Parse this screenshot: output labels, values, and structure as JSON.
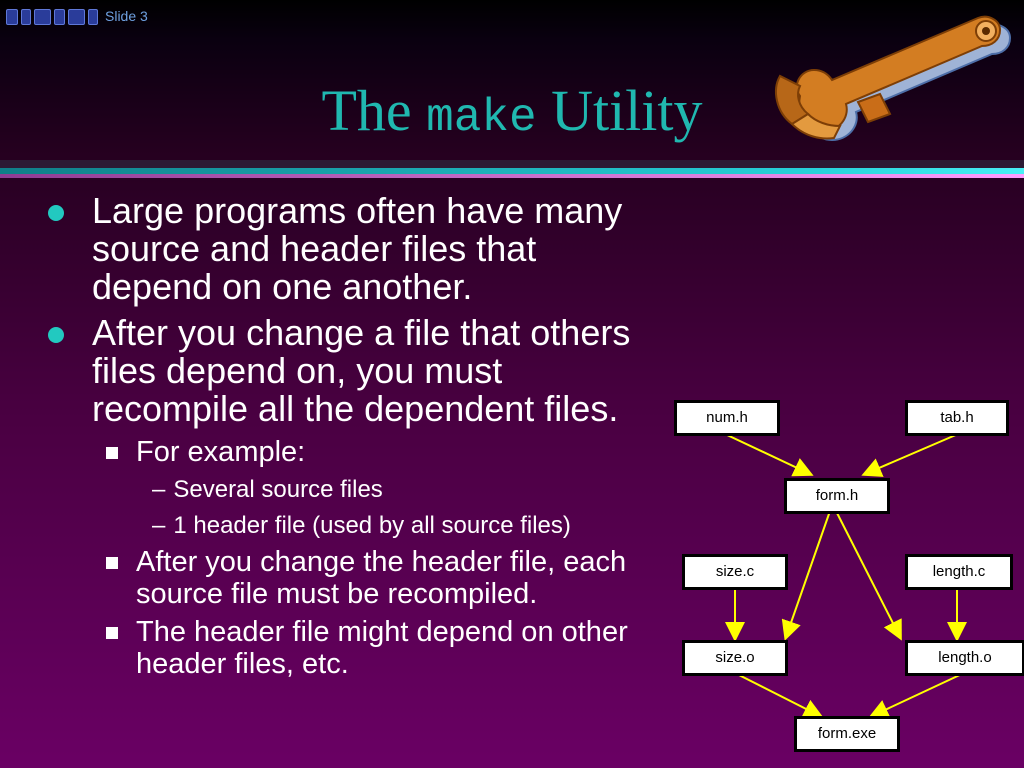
{
  "header": {
    "slide_label": "Slide 3"
  },
  "title": {
    "text_before": "The",
    "code": "make",
    "text_after": "Utility"
  },
  "bullets": [
    {
      "text": "Large programs often have many source and header files that depend on one another."
    },
    {
      "text": "After you change a file that others files depend on, you must recompile all the dependent files.",
      "sub": [
        {
          "text": "For example:",
          "sub": [
            "Several source files",
            "1 header file (used by all source files)"
          ]
        },
        {
          "text": "After you change the header file, each source file must be recompiled."
        },
        {
          "text": "The header file might depend on other header files, etc."
        }
      ]
    }
  ],
  "diagram": {
    "nodes": {
      "num_h": "num.h",
      "tab_h": "tab.h",
      "form_h": "form.h",
      "size_c": "size.c",
      "length_c": "length.c",
      "size_o": "size.o",
      "length_o": "length.o",
      "form_exe": "form.exe"
    },
    "colors": {
      "arrow": "#ffff00",
      "box_fill": "#ffffff",
      "box_text": "#000000"
    }
  },
  "colors": {
    "title": "#20b8b0",
    "bullet_dot": "#22c9c0",
    "rule_teal": "#27d3da",
    "rule_pink": "#ff9dff",
    "background_top": "#000000",
    "background_bottom": "#6a0064"
  },
  "icons": [
    "logo-icon",
    "wrench-icon",
    "bullet-dot-icon",
    "bullet-square-icon",
    "dash-icon"
  ]
}
